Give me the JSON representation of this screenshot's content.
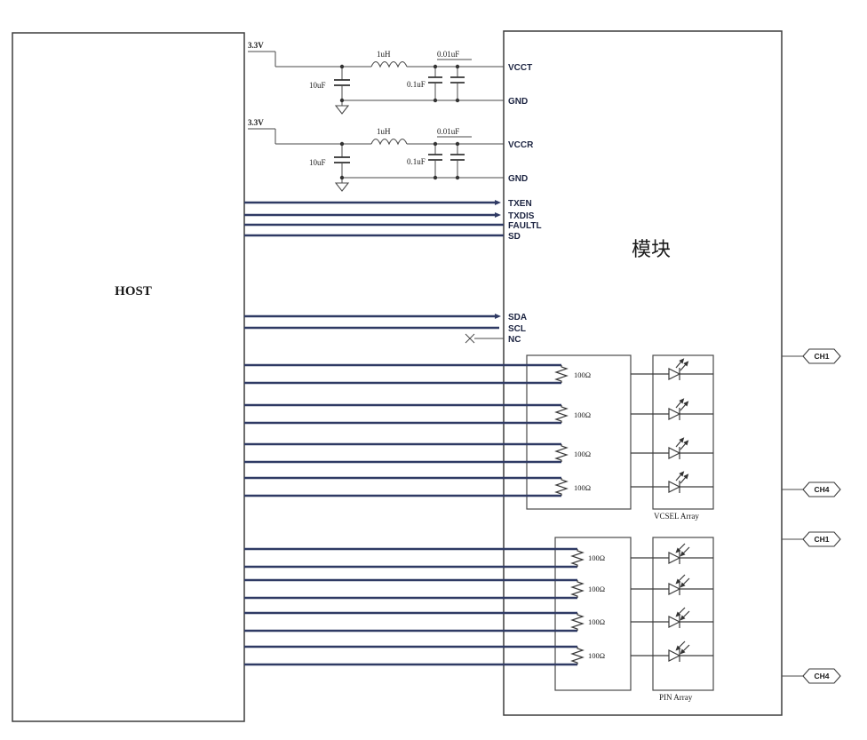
{
  "host": {
    "label": "HOST"
  },
  "module": {
    "label": "模块"
  },
  "power_filters": [
    {
      "supply": "3.3V",
      "c_bulk": "10uF",
      "inductor": "1uH",
      "c_mid": "0.1uF",
      "c_small": "0.01uF",
      "pin": "VCCT",
      "gnd_pin": "GND"
    },
    {
      "supply": "3.3V",
      "c_bulk": "10uF",
      "inductor": "1uH",
      "c_mid": "0.1uF",
      "c_small": "0.01uF",
      "pin": "VCCR",
      "gnd_pin": "GND"
    }
  ],
  "control_signals": [
    {
      "label": "TXEN"
    },
    {
      "label": "TXDIS"
    },
    {
      "label": "FAULTL"
    },
    {
      "label": "SD"
    }
  ],
  "i2c_signals": [
    {
      "label": "SDA"
    },
    {
      "label": "SCL"
    },
    {
      "label": "NC"
    }
  ],
  "tx_termination": {
    "resistors": [
      "100Ω",
      "100Ω",
      "100Ω",
      "100Ω"
    ],
    "array_label": "VCSEL Array"
  },
  "rx_termination": {
    "resistors": [
      "100Ω",
      "100Ω",
      "100Ω",
      "100Ω"
    ],
    "array_label": "PIN Array"
  },
  "channels": {
    "tx_top": "CH1",
    "tx_bottom": "CH4",
    "rx_top": "CH1",
    "rx_bottom": "CH4"
  },
  "colors": {
    "bus_wire": "#2f3a64",
    "schematic_wire": "#4a4a4a",
    "pin_label": "#1b2340"
  }
}
